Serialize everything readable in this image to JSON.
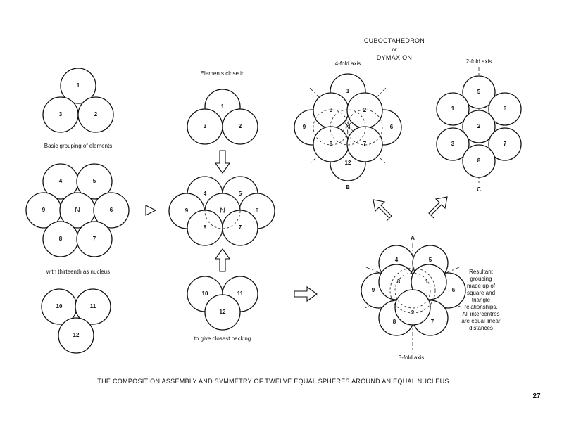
{
  "header": {
    "title": "CUBOCTAHEDRON",
    "or": "or",
    "subtitle": "DYMAXION"
  },
  "captions": {
    "basic_grouping": "Basic grouping of elements",
    "nucleus": "with thirteenth as nucleus",
    "close_in": "Elements close in",
    "closest_packing": "to give closest packing",
    "fourfold": "4-fold axis",
    "twofold": "2-fold axis",
    "threefold": "3-fold axis",
    "resultant": [
      "Resultant",
      "grouping",
      "made up of",
      "square and",
      "triangle",
      "relationships.",
      "All intercentres",
      "are equal linear",
      "distances"
    ]
  },
  "labels": {
    "a": "A",
    "b": "B",
    "c": "C"
  },
  "footer": {
    "caption": "THE COMPOSITION ASSEMBLY AND SYMMETRY OF TWELVE EQUAL SPHERES AROUND AN EQUAL NUCLEUS",
    "page_number": "27"
  },
  "numbers": {
    "n1": "1",
    "n2": "2",
    "n3": "3",
    "n4": "4",
    "n5": "5",
    "n6": "6",
    "n7": "7",
    "n8": "8",
    "n9": "9",
    "n10": "10",
    "n11": "11",
    "n12": "12",
    "N": "N"
  },
  "colors": {
    "ink": "#111111",
    "paper": "#ffffff"
  }
}
